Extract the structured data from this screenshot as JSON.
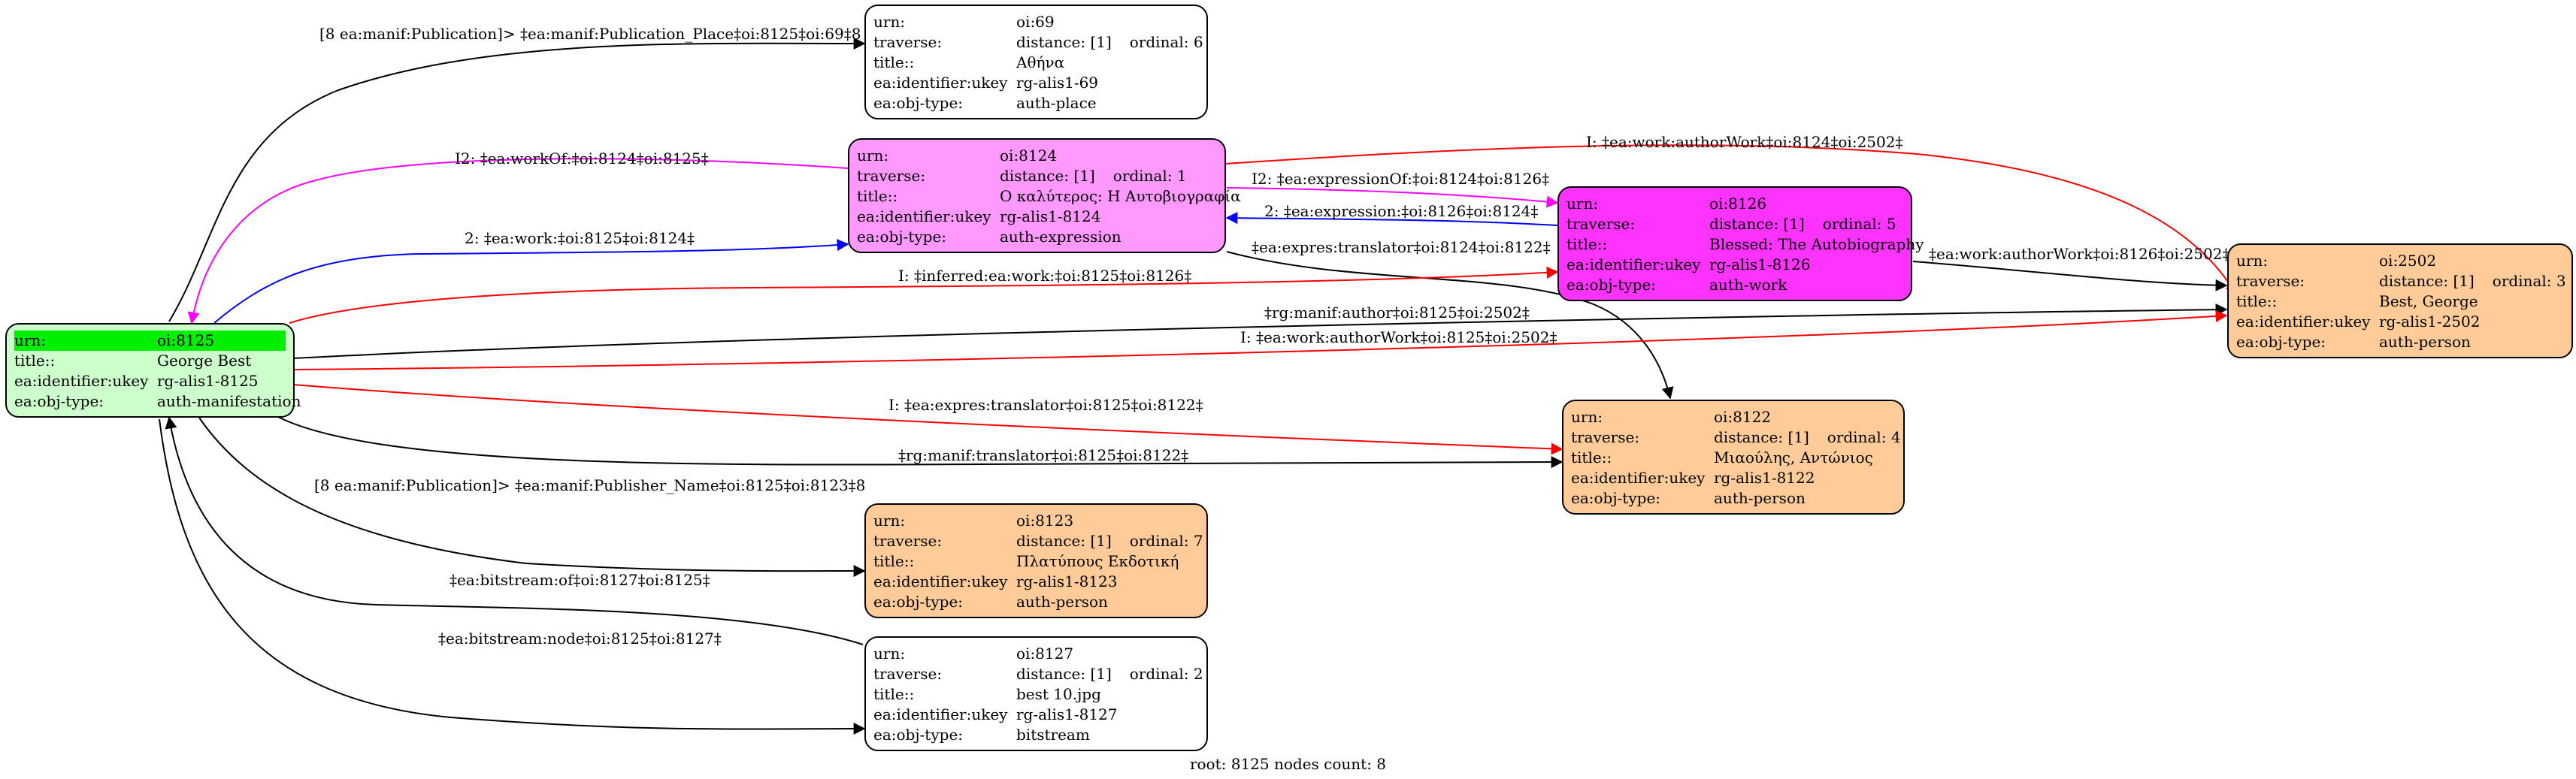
{
  "nodes": {
    "n69": {
      "urn": "oi:69",
      "traverse": "distance: [1]",
      "ordinal": "ordinal: 6",
      "title": "Αθήνα",
      "ukey": "rg-alis1-69",
      "objtype": "auth-place"
    },
    "n8124": {
      "urn": "oi:8124",
      "traverse": "distance: [1]",
      "ordinal": "ordinal: 1",
      "title": "Ο καλύτερος: Η Αυτοβιογραφία",
      "ukey": "rg-alis1-8124",
      "objtype": "auth-expression"
    },
    "n8126": {
      "urn": "oi:8126",
      "traverse": "distance: [1]",
      "ordinal": "ordinal: 5",
      "title": "Blessed: The Autobiography",
      "ukey": "rg-alis1-8126",
      "objtype": "auth-work"
    },
    "n2502": {
      "urn": "oi:2502",
      "traverse": "distance: [1]",
      "ordinal": "ordinal: 3",
      "title": "Best, George",
      "ukey": "rg-alis1-2502",
      "objtype": "auth-person"
    },
    "n8125": {
      "urn": "oi:8125",
      "title": "George Best",
      "ukey": "rg-alis1-8125",
      "objtype": "auth-manifestation"
    },
    "n8122": {
      "urn": "oi:8122",
      "traverse": "distance: [1]",
      "ordinal": "ordinal: 4",
      "title": "Μιαούλης, Αντώνιος",
      "ukey": "rg-alis1-8122",
      "objtype": "auth-person"
    },
    "n8123": {
      "urn": "oi:8123",
      "traverse": "distance: [1]",
      "ordinal": "ordinal: 7",
      "title": "Πλατύπους Εκδοτική",
      "ukey": "rg-alis1-8123",
      "objtype": "auth-person"
    },
    "n8127": {
      "urn": "oi:8127",
      "traverse": "distance: [1]",
      "ordinal": "ordinal: 2",
      "title": "best 10.jpg",
      "ukey": "rg-alis1-8127",
      "objtype": "bitstream"
    }
  },
  "keys": {
    "urn": "urn:",
    "traverse": "traverse:",
    "title": "title::",
    "ukey": "ea:identifier:ukey",
    "objtype": "ea:obj-type:"
  },
  "edges": [
    {
      "id": "e1",
      "label": "[8 ea:manif:Publication]> ‡ea:manif:Publication_Place‡oi:8125‡oi:69‡8",
      "color": "#000000"
    },
    {
      "id": "e2",
      "label": "I2: ‡ea:workOf:‡oi:8124‡oi:8125‡",
      "color": "#ff00ff"
    },
    {
      "id": "e3",
      "label": "2: ‡ea:work:‡oi:8125‡oi:8124‡",
      "color": "#0000ff"
    },
    {
      "id": "e4",
      "label": "I: ‡ea:work:authorWork‡oi:8124‡oi:2502‡",
      "color": "#ff0000"
    },
    {
      "id": "e5",
      "label": "I2: ‡ea:expressionOf:‡oi:8124‡oi:8126‡",
      "color": "#ff00ff"
    },
    {
      "id": "e6",
      "label": "2: ‡ea:expression:‡oi:8126‡oi:8124‡",
      "color": "#0000ff"
    },
    {
      "id": "e7",
      "label": "‡ea:expres:translator‡oi:8124‡oi:8122‡",
      "color": "#000000"
    },
    {
      "id": "e8",
      "label": "‡ea:work:authorWork‡oi:8126‡oi:2502‡",
      "color": "#000000"
    },
    {
      "id": "e9",
      "label": "I: ‡inferred:ea:work:‡oi:8125‡oi:8126‡",
      "color": "#ff0000"
    },
    {
      "id": "e10",
      "label": "‡rg:manif:author‡oi:8125‡oi:2502‡",
      "color": "#000000"
    },
    {
      "id": "e11",
      "label": "I: ‡ea:work:authorWork‡oi:8125‡oi:2502‡",
      "color": "#ff0000"
    },
    {
      "id": "e12",
      "label": "I: ‡ea:expres:translator‡oi:8125‡oi:8122‡",
      "color": "#ff0000"
    },
    {
      "id": "e13",
      "label": "‡rg:manif:translator‡oi:8125‡oi:8122‡",
      "color": "#000000"
    },
    {
      "id": "e14",
      "label": "[8 ea:manif:Publication]> ‡ea:manif:Publisher_Name‡oi:8125‡oi:8123‡8",
      "color": "#000000"
    },
    {
      "id": "e15",
      "label": "‡ea:bitstream:of‡oi:8127‡oi:8125‡",
      "color": "#000000"
    },
    {
      "id": "e16",
      "label": "‡ea:bitstream:node‡oi:8125‡oi:8127‡",
      "color": "#000000"
    }
  ],
  "footer": "root: 8125 nodes count: 8"
}
